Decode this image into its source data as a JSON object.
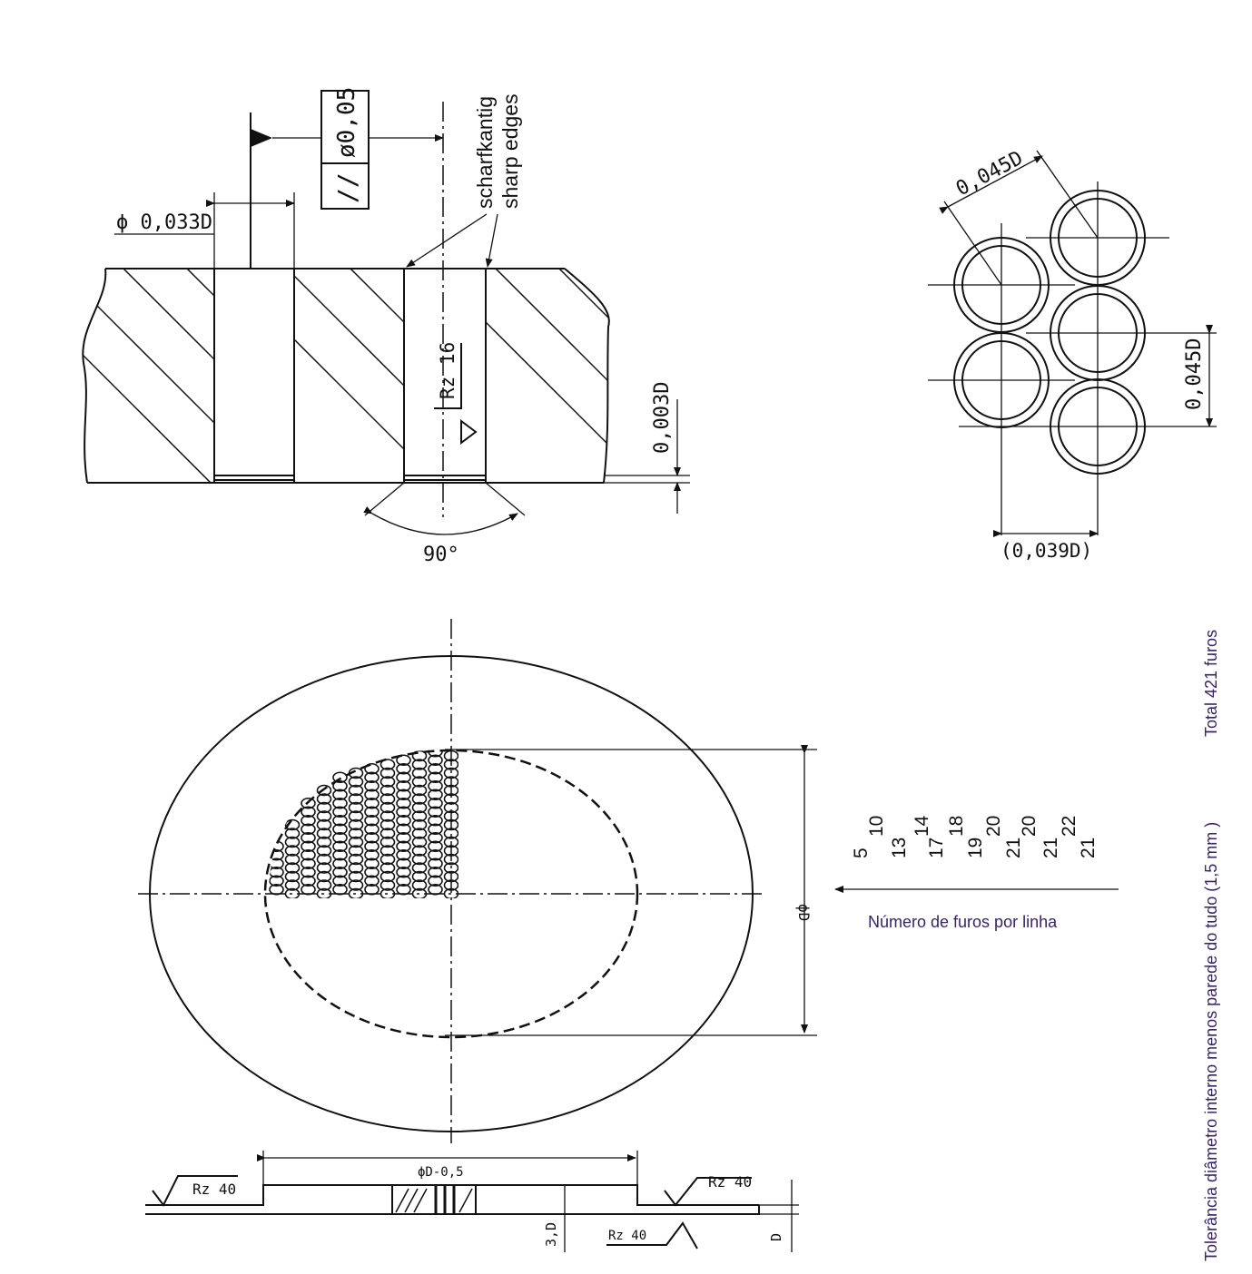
{
  "section": {
    "hole_diameter": "ϕ 0,033D",
    "tolerance_symbol": "//",
    "tolerance_value": "ø0,05",
    "edge_de": "scharfkantig",
    "edge_en": "sharp edges",
    "roughness": "Rz 16",
    "chamfer_depth": "0,003D",
    "countersink_angle": "90°"
  },
  "pattern": {
    "pitch_diag": "0,045D",
    "pitch_vert": "0,045D",
    "pitch_horiz": "(0,039D)"
  },
  "plate": {
    "diameter": "ϕD",
    "holes_per_row": [
      [
        "5",
        "10"
      ],
      [
        "13",
        "14"
      ],
      [
        "17",
        "18"
      ],
      [
        "19",
        "20"
      ],
      [
        "21",
        "20"
      ],
      [
        "21",
        "22"
      ],
      [
        "21"
      ]
    ],
    "holes_label": "Número de furos por linha"
  },
  "side": {
    "outer_dim": "ϕD-0,5",
    "rz_left": "Rz 40",
    "rz_right": "Rz 40",
    "rz_bottom": "Rz 40",
    "left_dim": "3,D",
    "right_dim": "D"
  },
  "notes": {
    "total": "Total 421 furos",
    "tolerance": "Tolerância diâmetro interno menos parede do tudo (1,5 mm )"
  }
}
